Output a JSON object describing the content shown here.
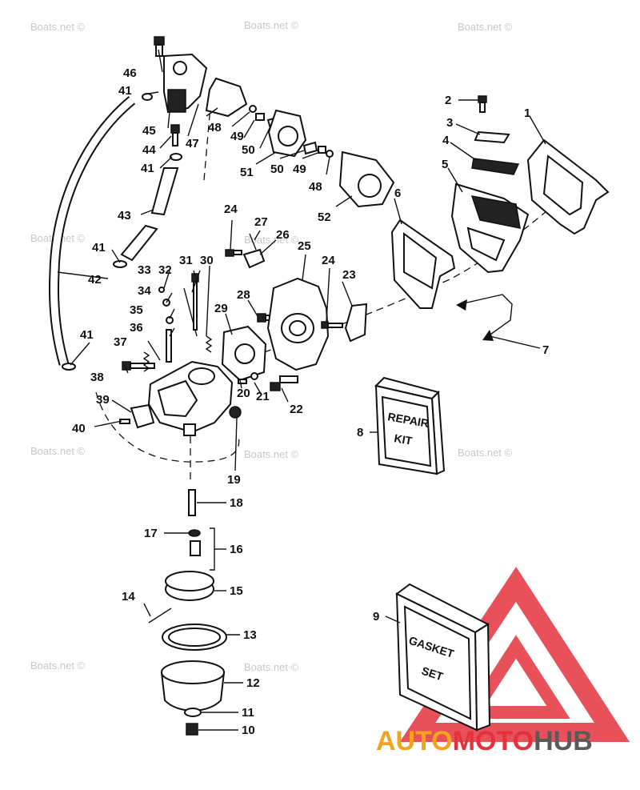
{
  "watermark": "Boats.net ©",
  "logo": {
    "part1": "AUTO",
    "part2": "MOTO",
    "part3": "HUB",
    "color_yellow": "#f2a51c",
    "color_red": "#e4323c",
    "color_gray": "#5a5a5a"
  },
  "boxes": {
    "repair_kit": [
      "REPAIR",
      "KIT"
    ],
    "gasket_set": [
      "GASKET",
      "SET"
    ]
  },
  "callouts": {
    "n1": "1",
    "n2": "2",
    "n3": "3",
    "n4": "4",
    "n5": "5",
    "n6": "6",
    "n7": "7",
    "n8": "8",
    "n9": "9",
    "n10": "10",
    "n11": "11",
    "n12": "12",
    "n13": "13",
    "n14": "14",
    "n15": "15",
    "n16": "16",
    "n17": "17",
    "n18": "18",
    "n19": "19",
    "n20": "20",
    "n21": "21",
    "n22": "22",
    "n23": "23",
    "n24a": "24",
    "n24b": "24",
    "n25": "25",
    "n26": "26",
    "n27": "27",
    "n28": "28",
    "n29": "29",
    "n30": "30",
    "n31": "31",
    "n32": "32",
    "n33": "33",
    "n34": "34",
    "n35": "35",
    "n36": "36",
    "n37": "37",
    "n38": "38",
    "n39": "39",
    "n40": "40",
    "n41a": "41",
    "n41b": "41",
    "n41c": "41",
    "n41d": "41",
    "n42": "42",
    "n43": "43",
    "n44": "44",
    "n45": "45",
    "n46": "46",
    "n47": "47",
    "n48a": "48",
    "n48b": "48",
    "n49a": "49",
    "n49b": "49",
    "n50a": "50",
    "n50b": "50",
    "n51": "51",
    "n52": "52"
  }
}
